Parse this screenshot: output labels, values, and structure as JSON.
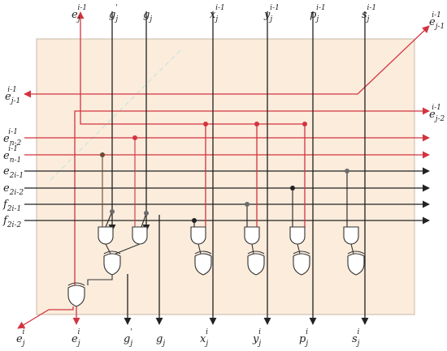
{
  "colors": {
    "block_fill": "#fbecdc",
    "block_stroke": "#c9b9a6",
    "red": "#d2343f",
    "black": "#222222",
    "gate_stroke": "#333333",
    "dot_dark": "#6b4a35"
  },
  "top_inputs": {
    "e": {
      "base": "e",
      "sub": "j",
      "sup": "i-1"
    },
    "gp": {
      "base": "g",
      "sub": "j",
      "sup": "'"
    },
    "g": {
      "base": "g",
      "sub": "j",
      "sup": ""
    },
    "x": {
      "base": "x",
      "sub": "j",
      "sup": "i-1"
    },
    "y": {
      "base": "y",
      "sub": "j",
      "sup": "i-1"
    },
    "p": {
      "base": "p",
      "sub": "j",
      "sup": "i-1"
    },
    "s": {
      "base": "s",
      "sub": "j",
      "sup": "i-1"
    }
  },
  "right_inputs": {
    "ej1": {
      "base": "e",
      "sub": "j-1",
      "sup": "i-1"
    },
    "ej2": {
      "base": "e",
      "sub": "j-2",
      "sup": "i-1"
    }
  },
  "left_output": {
    "base": "e",
    "sub": "j-1",
    "sup": "i-1"
  },
  "left_inputs": {
    "en2": {
      "base": "e",
      "sub": "n-2",
      "sup": "i-1"
    },
    "en1": {
      "base": "e",
      "sub": "n-1",
      "sup": "i-1"
    },
    "e2i1": {
      "base": "e",
      "sub": "2i-1",
      "sup": ""
    },
    "e2i2": {
      "base": "e",
      "sub": "2i-2",
      "sup": ""
    },
    "f2i1": {
      "base": "f",
      "sub": "2i-1",
      "sup": ""
    },
    "f2i2": {
      "base": "f",
      "sub": "2i-2",
      "sup": ""
    }
  },
  "bottom_outputs": {
    "e_out_left": {
      "base": "e",
      "sub": "j",
      "sup": "i"
    },
    "e_out": {
      "base": "e",
      "sub": "j",
      "sup": "i"
    },
    "gp": {
      "base": "g",
      "sub": "j",
      "sup": "'"
    },
    "g": {
      "base": "g",
      "sub": "j",
      "sup": ""
    },
    "x": {
      "base": "x",
      "sub": "j",
      "sup": "i"
    },
    "y": {
      "base": "y",
      "sub": "j",
      "sup": "i"
    },
    "p": {
      "base": "p",
      "sub": "j",
      "sup": "i"
    },
    "s": {
      "base": "s",
      "sub": "j",
      "sup": "i"
    }
  }
}
